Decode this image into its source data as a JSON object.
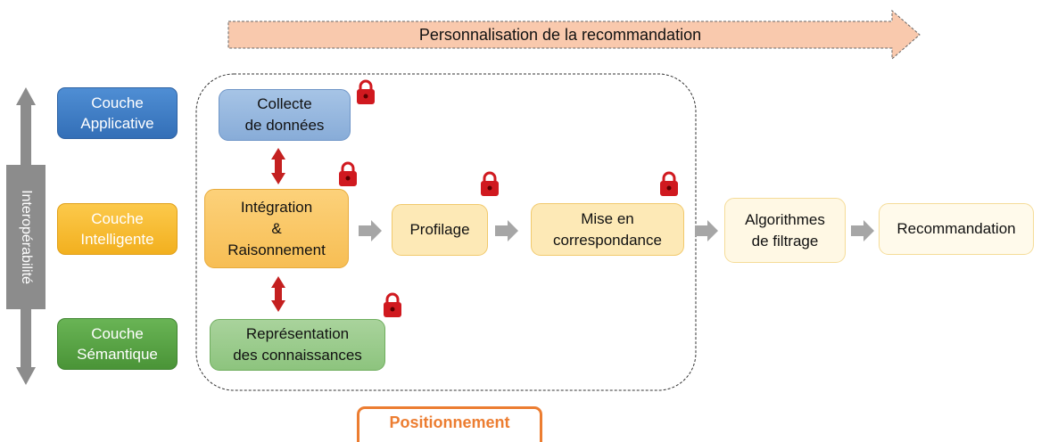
{
  "top_banner": "Personnalisation de la recommandation",
  "side_axis": "Interopérabilité",
  "layers": {
    "applicative": [
      "Couche",
      "Applicative"
    ],
    "intelligente": [
      "Couche",
      "Intelligente"
    ],
    "semantique": [
      "Couche",
      "Sémantique"
    ]
  },
  "steps": {
    "collecte": [
      "Collecte",
      "de données"
    ],
    "integration": [
      "Intégration",
      "&",
      "Raisonnement"
    ],
    "representation": [
      "Représentation",
      "des connaissances"
    ],
    "profilage": "Profilage",
    "mise": [
      "Mise en",
      "correspondance"
    ],
    "algorithmes": [
      "Algorithmes",
      "de filtrage"
    ],
    "recommandation": "Recommandation"
  },
  "bottom_label": "Positionnement",
  "colors": {
    "banner_fill": "#f9c9ad",
    "applicative": "#3f7ec8",
    "intelligente": "#f7bd37",
    "semantique": "#5ba447",
    "lock": "#d0191f",
    "double_arrow": "#c42020",
    "flow_arrow": "#a6a6a6",
    "accent_orange": "#ec7d31"
  }
}
